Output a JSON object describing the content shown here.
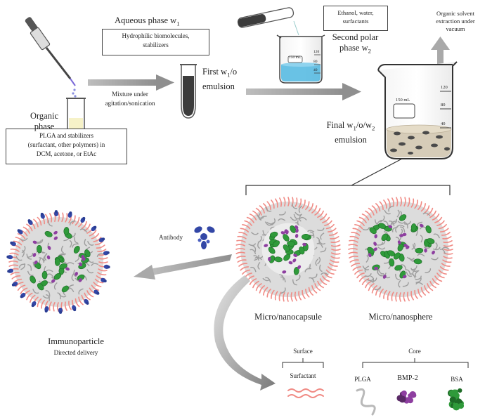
{
  "top": {
    "aqueous_phase_label": "Aqueous phase w",
    "aqueous_phase_sub": "1",
    "aqueous_box_line1": "Hydrophilic biomolecules,",
    "aqueous_box_line2": "stabilizers",
    "organic_phase_line1": "Organic",
    "organic_phase_line2": "phase",
    "mixture_line1": "Mixture under",
    "mixture_line2": "agitation/sonication",
    "organic_box_line1": "PLGA and stabilizers",
    "organic_box_line2": "(surfactant, other polymers) in",
    "organic_box_line3": "DCM, acetone, or EtAc",
    "first_emulsion_line1a": "First w",
    "first_emulsion_line1sub": "1",
    "first_emulsion_line1b": "/o",
    "first_emulsion_line2": "emulsion",
    "second_box_line1": "Ethanol, water,",
    "second_box_line2": "surfactants",
    "second_polar_line1": "Second polar",
    "second_polar_line2a": "phase w",
    "second_polar_line2sub": "2",
    "organic_solvent_line1": "Organic solvent",
    "organic_solvent_line2": "extraction under",
    "organic_solvent_line3": "vacuum",
    "final_line1a": "Final w",
    "final_line1sub1": "1",
    "final_line1b": "/o/w",
    "final_line1sub2": "2",
    "final_line2": "emulsion",
    "small_beaker_volume": "150 mL",
    "small_beaker_ticks": [
      "120",
      "80",
      "40"
    ],
    "big_beaker_volume": "150 mL",
    "big_beaker_ticks": [
      "120",
      "80",
      "40"
    ]
  },
  "bottom": {
    "antibody_label": "Antibody",
    "immunoparticle_label": "Immunoparticle",
    "directed_delivery_label": "Directed delivery",
    "nanocapsule_label": "Micro/nanocapsule",
    "nanosphere_label": "Micro/nanosphere"
  },
  "legend": {
    "surface_label": "Surface",
    "core_label": "Core",
    "surfactant_label": "Surfactant",
    "plga_label": "PLGA",
    "bmp2_label": "BMP-2",
    "bsa_label": "BSA"
  },
  "colors": {
    "arrow": "#a9a9a9",
    "surfactant": "#f08a84",
    "plga": "#b9b9b9",
    "bsa": "#2f9a3a",
    "bmp2": "#8e3fa0",
    "antibody": "#3347a6",
    "organic_liquid": "#f6f2c8",
    "emulsion_dark": "#3c3c3c",
    "water_blue": "#4fb7e0"
  }
}
